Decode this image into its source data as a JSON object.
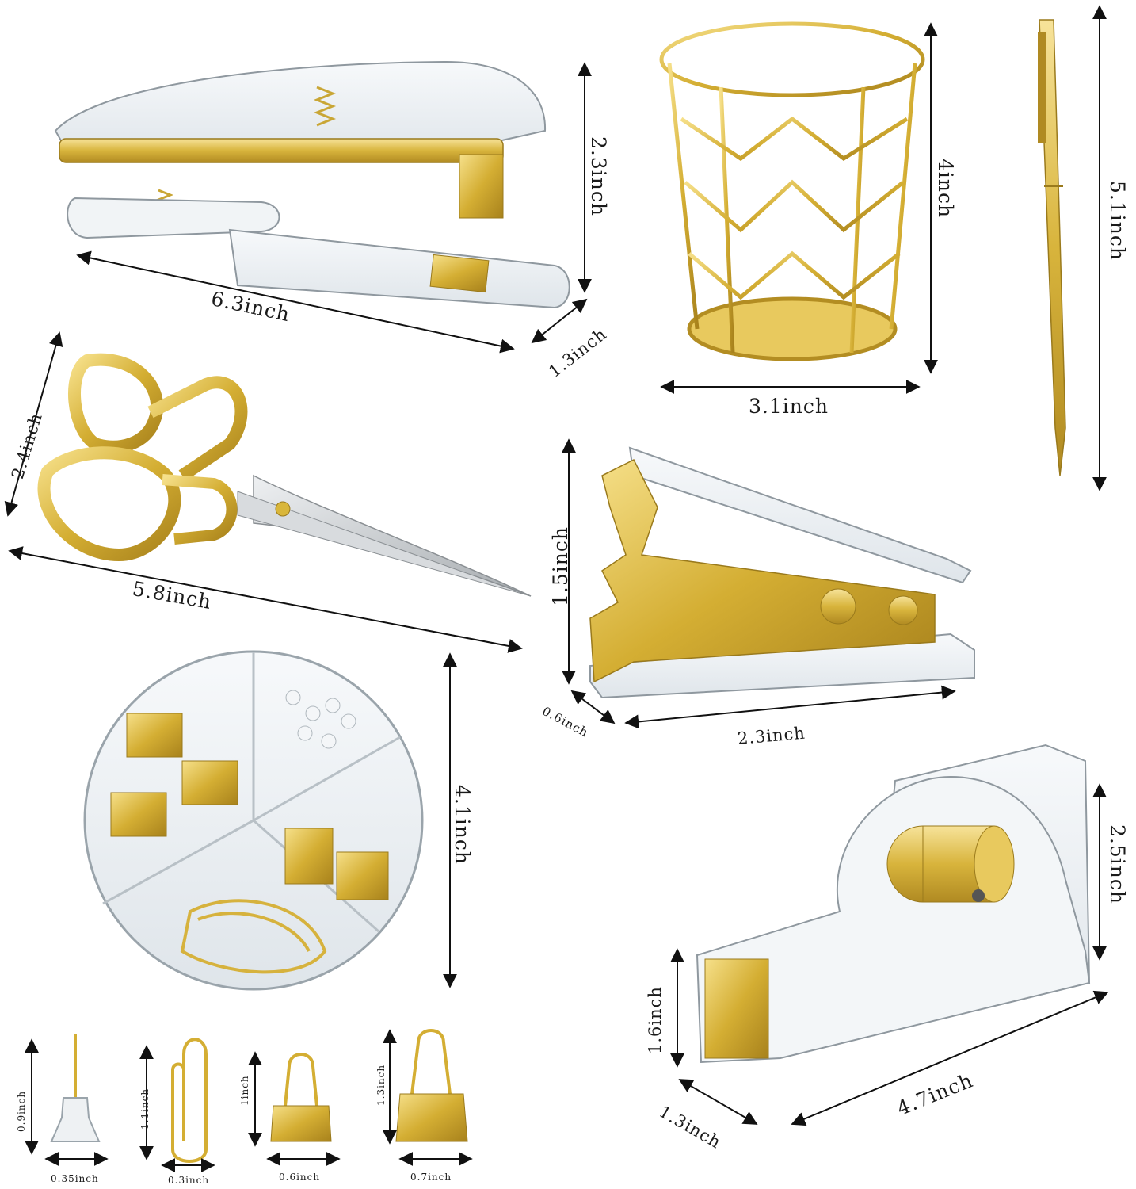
{
  "colors": {
    "gold": "#d9b63a",
    "gold_dark": "#a8821c",
    "gold_light": "#f3dc7a",
    "acrylic": "#e9eef2",
    "acrylic_edge": "#9aa4ab",
    "steel": "#c9cccf",
    "arrow": "#111111"
  },
  "items": [
    {
      "name": "stapler",
      "icon": "stapler-icon",
      "dims": [
        "6.3inch",
        "2.3inch",
        "1.3inch"
      ]
    },
    {
      "name": "pen-holder",
      "icon": "wire-pen-cup-icon",
      "dims": [
        "4inch",
        "3.1inch"
      ]
    },
    {
      "name": "pen",
      "icon": "ballpoint-pen-icon",
      "dims": [
        "5.1inch"
      ]
    },
    {
      "name": "scissors",
      "icon": "scissors-icon",
      "dims": [
        "2.4inch",
        "5.8inch"
      ]
    },
    {
      "name": "staple-remover",
      "icon": "staple-remover-icon",
      "dims": [
        "1.5inch",
        "0.6inch",
        "2.3inch"
      ]
    },
    {
      "name": "clip-organizer",
      "icon": "round-organizer-icon",
      "dims": [
        "4.1inch"
      ]
    },
    {
      "name": "tape-dispenser",
      "icon": "tape-dispenser-icon",
      "dims": [
        "2.5inch",
        "1.6inch",
        "1.3inch",
        "4.7inch"
      ]
    },
    {
      "name": "push-pin",
      "icon": "push-pin-icon",
      "dims": [
        "0.9inch",
        "0.35inch"
      ]
    },
    {
      "name": "paper-clip",
      "icon": "paper-clip-icon",
      "dims": [
        "1.1inch",
        "0.3inch"
      ]
    },
    {
      "name": "binder-clip-small",
      "icon": "binder-clip-icon",
      "dims": [
        "1inch",
        "0.6inch"
      ]
    },
    {
      "name": "binder-clip-large",
      "icon": "binder-clip-icon",
      "dims": [
        "1.3inch",
        "0.7inch"
      ]
    }
  ]
}
